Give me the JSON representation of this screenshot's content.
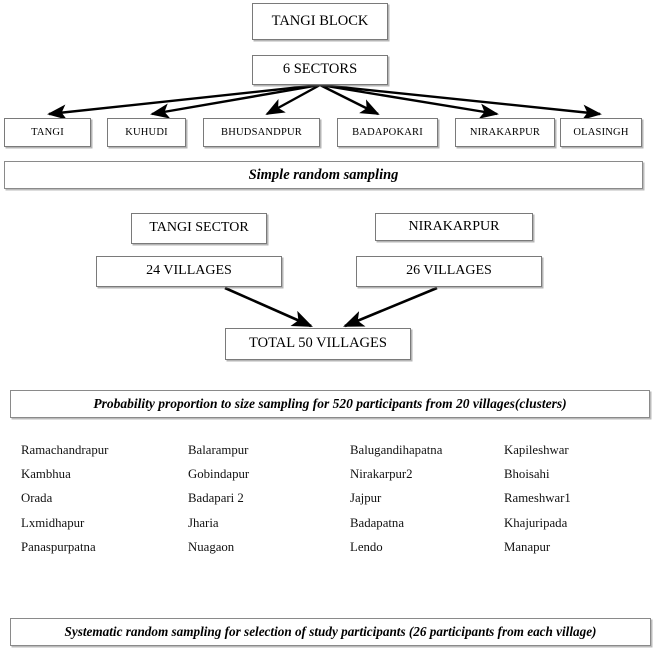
{
  "diagram": {
    "title": "Sampling methodology flowchart",
    "root": {
      "label": "TANGI BLOCK"
    },
    "sectors_node": {
      "label": "6 SECTORS"
    },
    "sectors": [
      {
        "label": "TANGI"
      },
      {
        "label": "KUHUDI"
      },
      {
        "label": "BHUDSANDPUR"
      },
      {
        "label": "BADAPOKARI"
      },
      {
        "label": "NIRAKARPUR"
      },
      {
        "label": "OLASINGH"
      }
    ],
    "banner_simple_random": "Simple random sampling",
    "selected_sectors": [
      {
        "label": "TANGI SECTOR"
      },
      {
        "label": "NIRAKARPUR"
      }
    ],
    "village_counts": [
      {
        "label": "24 VILLAGES"
      },
      {
        "label": "26 VILLAGES"
      }
    ],
    "total_villages": {
      "label": "TOTAL 50 VILLAGES"
    },
    "banner_pps": "Probability proportion to size sampling for 520 participants from 20 villages(clusters)",
    "village_columns": [
      [
        "Ramachandrapur",
        "Kambhua",
        "Orada",
        "Lxmidhapur",
        "Panaspurpatna"
      ],
      [
        "Balarampur",
        "Gobindapur",
        "Badapari 2",
        "Jharia",
        "Nuagaon"
      ],
      [
        "Balugandihapatna",
        "Nirakarpur2",
        "Jajpur",
        "Badapatna",
        "Lendo"
      ],
      [
        "Kapileshwar",
        "Bhoisahi",
        "Rameshwar1",
        "Khajuripada",
        "Manapur"
      ]
    ],
    "banner_systematic": "Systematic random sampling for selection of study participants (26 participants from each village)",
    "colors": {
      "background": "#ffffff",
      "text": "#000000",
      "box_border": "#7a7a7a",
      "arrow": "#000000"
    }
  }
}
